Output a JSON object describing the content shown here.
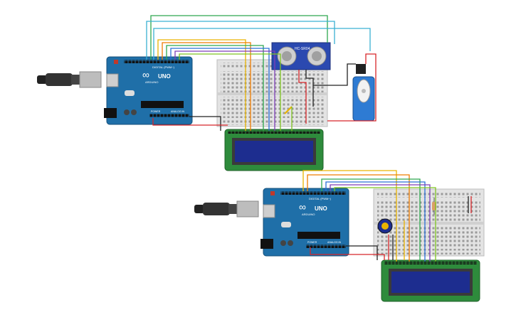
{
  "board_top": {
    "brand": "ARDUINO",
    "model": "UNO",
    "header_digital": "DIGITAL (PWM~)",
    "header_power": "POWER",
    "header_analog": "ANALOG IN",
    "logo": "∞"
  },
  "board_bottom": {
    "brand": "ARDUINO",
    "model": "UNO",
    "header_digital": "DIGITAL (PWM~)",
    "header_power": "POWER",
    "header_analog": "ANALOG IN",
    "logo": "∞"
  },
  "sensor": {
    "label": "HC-SR04"
  },
  "colors": {
    "board": "#1f6fa8",
    "breadboard": "#e3e3e3",
    "lcd_frame": "#2e8b3c",
    "lcd_screen": "#1d2d8f",
    "wire_red": "#d7262a",
    "wire_black": "#222222",
    "wire_yellow": "#e9b300",
    "wire_orange": "#ef7d00",
    "wire_green": "#2ea84f",
    "wire_blue": "#2a6fd8",
    "wire_purple": "#7e3fb6",
    "wire_cyan": "#3ab0d3",
    "wire_lime": "#7ec421",
    "wire_gray": "#8a8a8a"
  },
  "icons": [
    "usb-cable-icon",
    "ultrasonic-sensor-icon",
    "servo-motor-icon",
    "potentiometer-icon",
    "resistor-icon"
  ]
}
